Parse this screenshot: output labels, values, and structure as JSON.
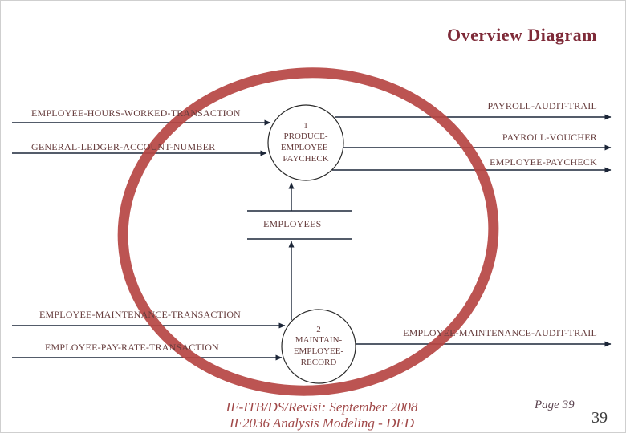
{
  "slide": {
    "title": "Overview Diagram",
    "footer_line1": "IF-ITB/DS/Revisi: September 2008",
    "footer_line2": "IF2036 Analysis Modeling - DFD",
    "page_label": "Page 39",
    "page_number": "39"
  },
  "diagram": {
    "process1_label": "1\nPRODUCE-\nEMPLOYEE-\nPAYCHECK",
    "process2_label": "2\nMAINTAIN-\nEMPLOYEE-\nRECORD",
    "datastore_label": "EMPLOYEES",
    "flows": {
      "employee_hours": "EMPLOYEE-HOURS-WORKED-TRANSACTION",
      "general_ledger": "GENERAL-LEDGER-ACCOUNT-NUMBER",
      "payroll_audit": "PAYROLL-AUDIT-TRAIL",
      "payroll_voucher": "PAYROLL-VOUCHER",
      "employee_paycheck": "EMPLOYEE-PAYCHECK",
      "employee_maintenance": "EMPLOYEE-MAINTENANCE-TRANSACTION",
      "employee_pay_rate": "EMPLOYEE-PAY-RATE-TRANSACTION",
      "employee_maintenance_audit": "EMPLOYEE-MAINTENANCE-AUDIT-TRAIL"
    }
  },
  "colors": {
    "title_text": "#7e2a38",
    "diagram_label_text": "#663d3d",
    "footer_text": "#a04848",
    "flow_line": "#1c2638",
    "annotation_circle": "#b64543"
  }
}
